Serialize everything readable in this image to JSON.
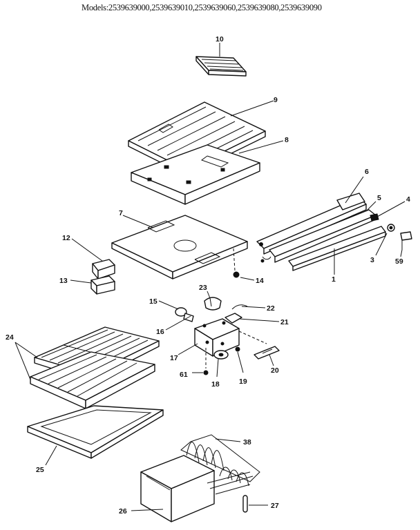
{
  "header": {
    "models": "Models:2539639000,2539639010,2539639060,2539639080,2539639090"
  },
  "callouts": {
    "p1": "1",
    "p3": "3",
    "p4": "4",
    "p5": "5",
    "p6": "6",
    "p7": "7",
    "p8": "8",
    "p9": "9",
    "p10": "10",
    "p12": "12",
    "p13": "13",
    "p14": "14",
    "p15": "15",
    "p16": "16",
    "p17": "17",
    "p18": "18",
    "p19": "19",
    "p20": "20",
    "p21": "21",
    "p22": "22",
    "p23": "23",
    "p24": "24",
    "p25": "25",
    "p26": "26",
    "p27": "27",
    "p38": "38",
    "p59": "59",
    "p61": "61"
  }
}
